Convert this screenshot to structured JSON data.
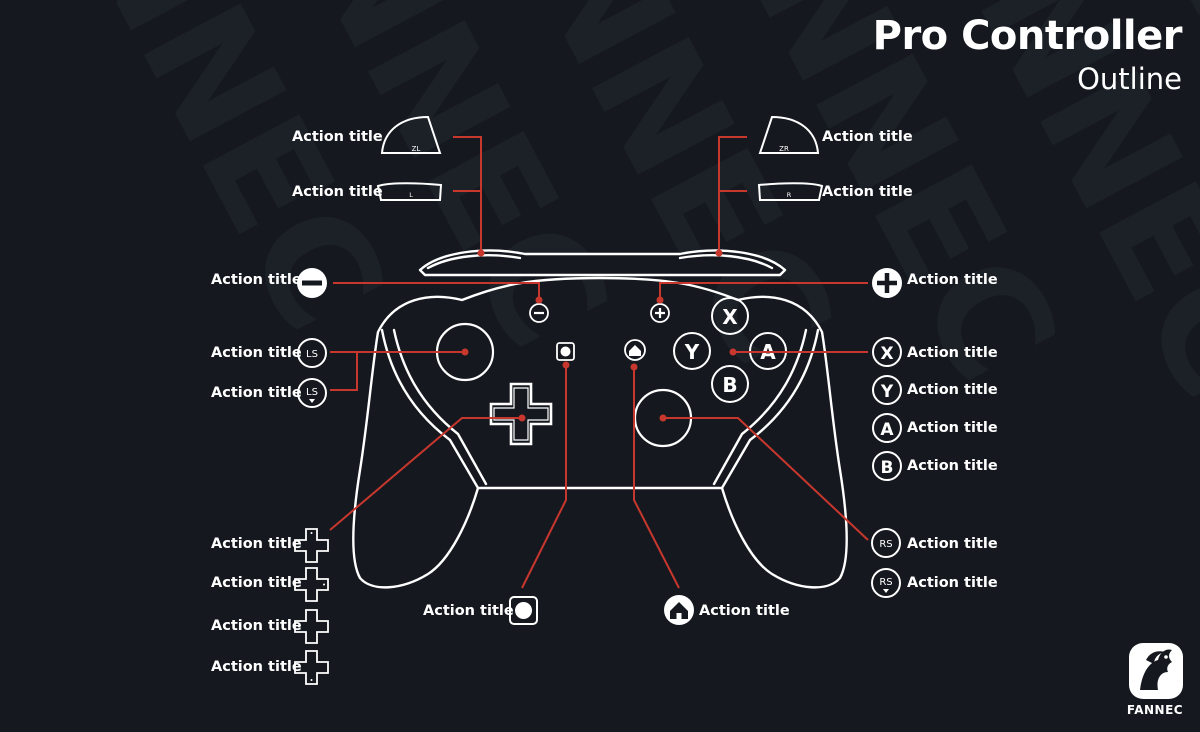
{
  "header": {
    "title": "Pro Controller",
    "subtitle": "Outline"
  },
  "watermark": {
    "text": "FANNEC"
  },
  "brand": {
    "name": "FANNEC"
  },
  "colors": {
    "background": "#15191f",
    "outline": "#ffffff",
    "callout_line": "#c8372d",
    "watermark": "#1d2229"
  },
  "controller_buttons": {
    "face_x": "X",
    "face_y": "Y",
    "face_a": "A",
    "face_b": "B"
  },
  "callouts": {
    "zl": {
      "label": "Action title",
      "icon_text": "ZL",
      "icon": "zl-trigger-icon"
    },
    "l": {
      "label": "Action title",
      "icon_text": "L",
      "icon": "l-bumper-icon"
    },
    "zr": {
      "label": "Action title",
      "icon_text": "ZR",
      "icon": "zr-trigger-icon"
    },
    "r": {
      "label": "Action title",
      "icon_text": "R",
      "icon": "r-bumper-icon"
    },
    "minus": {
      "label": "Action title",
      "icon": "minus-button-icon"
    },
    "plus": {
      "label": "Action title",
      "icon": "plus-button-icon"
    },
    "ls": {
      "label": "Action title",
      "icon_text": "LS",
      "icon": "left-stick-icon"
    },
    "ls_press": {
      "label": "Action title",
      "icon_text": "LS",
      "icon": "left-stick-press-icon"
    },
    "x": {
      "label": "Action title",
      "icon_text": "X",
      "icon": "x-button-icon"
    },
    "y": {
      "label": "Action title",
      "icon_text": "Y",
      "icon": "y-button-icon"
    },
    "a": {
      "label": "Action title",
      "icon_text": "A",
      "icon": "a-button-icon"
    },
    "b": {
      "label": "Action title",
      "icon_text": "B",
      "icon": "b-button-icon"
    },
    "dpad_up": {
      "label": "Action title",
      "icon": "dpad-up-icon"
    },
    "dpad_right": {
      "label": "Action title",
      "icon": "dpad-right-icon"
    },
    "dpad_left": {
      "label": "Action title",
      "icon": "dpad-left-icon"
    },
    "dpad_down": {
      "label": "Action title",
      "icon": "dpad-down-icon"
    },
    "capture": {
      "label": "Action title",
      "icon": "capture-button-icon"
    },
    "home": {
      "label": "Action title",
      "icon": "home-button-icon"
    },
    "rs": {
      "label": "Action title",
      "icon_text": "RS",
      "icon": "right-stick-icon"
    },
    "rs_press": {
      "label": "Action title",
      "icon_text": "RS",
      "icon": "right-stick-press-icon"
    }
  }
}
